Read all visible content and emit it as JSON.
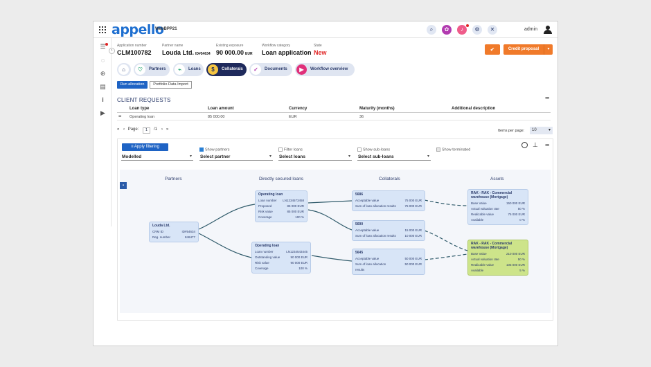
{
  "app": {
    "logo": "appello",
    "env": "WebBPP21"
  },
  "topbar": {
    "user": "admin"
  },
  "header": {
    "fields": [
      {
        "label": "Application number",
        "value": "CLM100782",
        "sub": ""
      },
      {
        "label": "Partner name",
        "value": "Louda Ltd.",
        "sub": "ID#54634"
      },
      {
        "label": "Existing exposure",
        "value": "90 000.00",
        "sub": "EUR"
      },
      {
        "label": "Workflow category",
        "value": "Loan application",
        "sub": ""
      },
      {
        "label": "State",
        "value": "New",
        "sub": ""
      }
    ],
    "credit_proposal": "Credit proposal",
    "check": "✔"
  },
  "tabs": [
    {
      "label": "",
      "icon": "home-icon"
    },
    {
      "label": "Partners",
      "icon": "handshake-icon"
    },
    {
      "label": "Loans",
      "icon": "chart-icon"
    },
    {
      "label": "Collaterals",
      "icon": "coins-icon"
    },
    {
      "label": "Documents",
      "icon": "check-circle-icon"
    },
    {
      "label": "Workflow overview",
      "icon": "play-icon"
    }
  ],
  "actions": {
    "run": "Run allocation",
    "import": "Portfolio Data Import"
  },
  "client_requests": {
    "title": "CLIENT REQUESTS",
    "columns": [
      "Loan type",
      "Loan amount",
      "Currency",
      "Maturity (months)",
      "Additional description"
    ],
    "rows": [
      [
        "Operating loan",
        "85 000.00",
        "EUR",
        "36",
        ""
      ]
    ]
  },
  "pager": {
    "label": "Page:",
    "page": "1",
    "of": "/1",
    "items_label": "Items per page:",
    "items": "10"
  },
  "filters": {
    "apply": "Apply filtering",
    "mode": "Modelled",
    "show_partners": "Show partners",
    "select_partner": "Select partner",
    "filter_loans": "Filter loans",
    "select_loans": "Select loans",
    "show_subloans": "Show sub-loans",
    "select_subloans": "Select sub-loans",
    "show_terminated": "Show terminated"
  },
  "diagram": {
    "columns": [
      "Partners",
      "Directly secured loans",
      "Collaterals",
      "Assets"
    ],
    "partner": {
      "title": "Louda Ltd.",
      "rows": [
        [
          "CRM ID",
          "ID#54634"
        ],
        [
          "Reg. number",
          "846477"
        ]
      ]
    },
    "loans": [
      {
        "title": "Operating loan",
        "rows": [
          [
            "Loan number",
            "LN1234573458"
          ],
          [
            "Proposed",
            "85 000 EUR"
          ],
          [
            "Risk value",
            "85 000 EUR"
          ],
          [
            "Coverage",
            "100 %"
          ]
        ]
      },
      {
        "title": "Operating loan",
        "rows": [
          [
            "Loan number",
            "LN1234543445"
          ],
          [
            "Outstanding value",
            "90 000 EUR"
          ],
          [
            "Risk value",
            "90 000 EUR"
          ],
          [
            "Coverage",
            "100 %"
          ]
        ]
      }
    ],
    "collaterals": [
      {
        "title": "5686",
        "rows": [
          [
            "Acceptable value",
            "75 000 EUR"
          ],
          [
            "Sum of loan allocation results",
            "75 000 EUR"
          ]
        ]
      },
      {
        "title": "5690",
        "rows": [
          [
            "Acceptable value",
            "15 000 EUR"
          ],
          [
            "Sum of loan allocation results",
            "10 000 EUR"
          ]
        ]
      },
      {
        "title": "5645",
        "rows": [
          [
            "Acceptable value",
            "50 000 EUR"
          ],
          [
            "Sum of loan allocation results",
            "50 000 EUR"
          ]
        ]
      }
    ],
    "assets": [
      {
        "title": "RAK - RAK - Commercial warehouse (Mortgage)",
        "rows": [
          [
            "Base Value",
            "150 000 EUR"
          ],
          [
            "Actual valuation rate",
            "50 %"
          ],
          [
            "Realizable value",
            "75 000 EUR"
          ],
          [
            "Available",
            "0 %"
          ]
        ],
        "color": "#d8e5f7"
      },
      {
        "title": "RAK - RAK - Commercial warehouse (Mortgage)",
        "rows": [
          [
            "Base Value",
            "210 000 EUR"
          ],
          [
            "Actual valuation rate",
            "50 %"
          ],
          [
            "Realizable value",
            "105 000 EUR"
          ],
          [
            "Available",
            "5 %"
          ]
        ],
        "color": "#cde48a"
      }
    ]
  },
  "colors": {
    "accent": "#1e63c4",
    "orange": "#f07a2a",
    "state_new": "#e02424",
    "navy": "#1f2a5c"
  }
}
